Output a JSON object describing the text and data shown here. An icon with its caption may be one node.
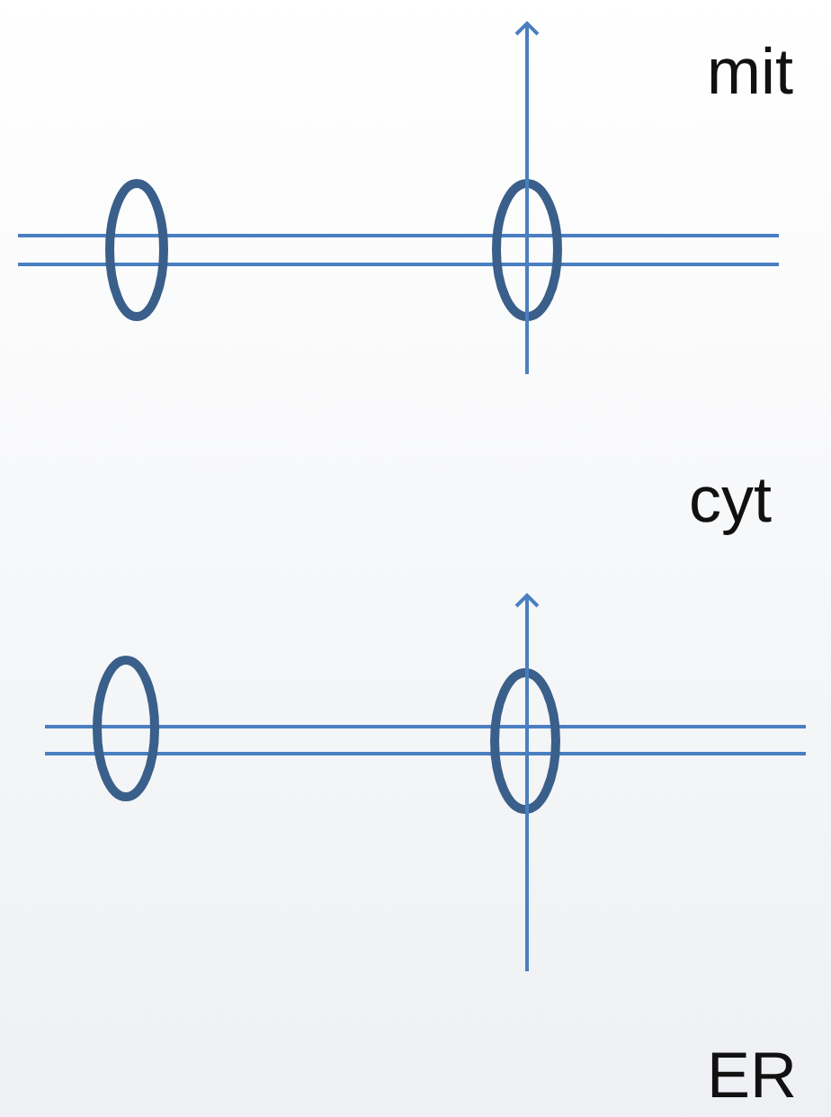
{
  "diagram": {
    "labels": [
      "mit",
      "cyt",
      "ER"
    ]
  }
}
